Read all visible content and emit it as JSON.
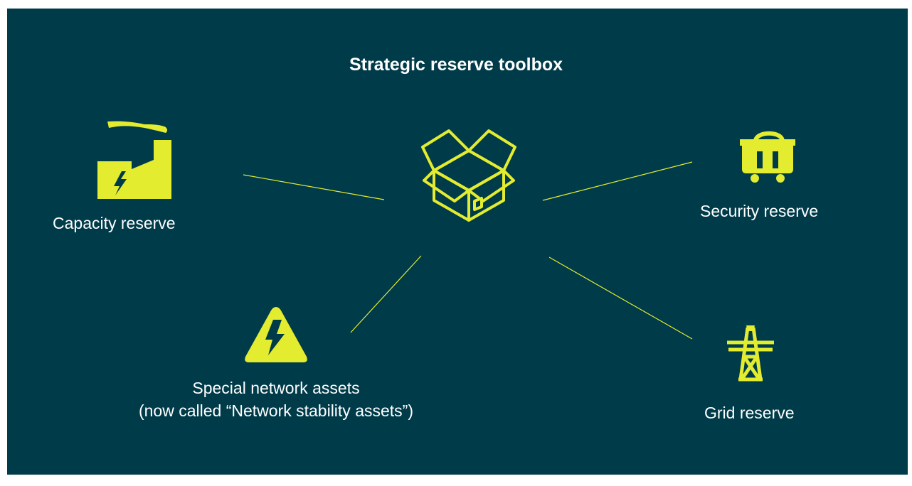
{
  "title": "Strategic reserve toolbox",
  "colors": {
    "background": "#003b4a",
    "accent": "#e3ec2f",
    "text": "#ffffff"
  },
  "hub": {
    "icon": "open-box-icon"
  },
  "nodes": {
    "capacity": {
      "label": "Capacity reserve",
      "icon": "factory-lightning-icon"
    },
    "security": {
      "label": "Security reserve",
      "icon": "mine-cart-icon"
    },
    "special": {
      "label_line1": "Special network assets",
      "label_line2": "(now called “Network stability assets”)",
      "icon": "warning-lightning-icon"
    },
    "grid": {
      "label": "Grid reserve",
      "icon": "transmission-tower-icon"
    }
  }
}
